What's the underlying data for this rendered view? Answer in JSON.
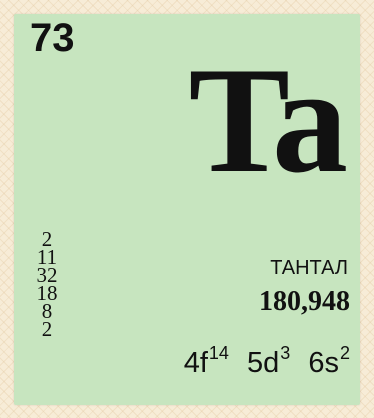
{
  "element": {
    "atomic_number": "73",
    "symbol": "Ta",
    "name": "ТАНТАЛ",
    "atomic_mass": "180,948",
    "shell_electrons": [
      "2",
      "11",
      "32",
      "18",
      "8",
      "2"
    ],
    "electron_configuration": [
      {
        "orbital": "4f",
        "count": "14"
      },
      {
        "orbital": "5d",
        "count": "3"
      },
      {
        "orbital": "6s",
        "count": "2"
      }
    ]
  },
  "colors": {
    "card_background": "#c7e5bf",
    "page_background": "#f7ecd7",
    "text": "#111111"
  }
}
